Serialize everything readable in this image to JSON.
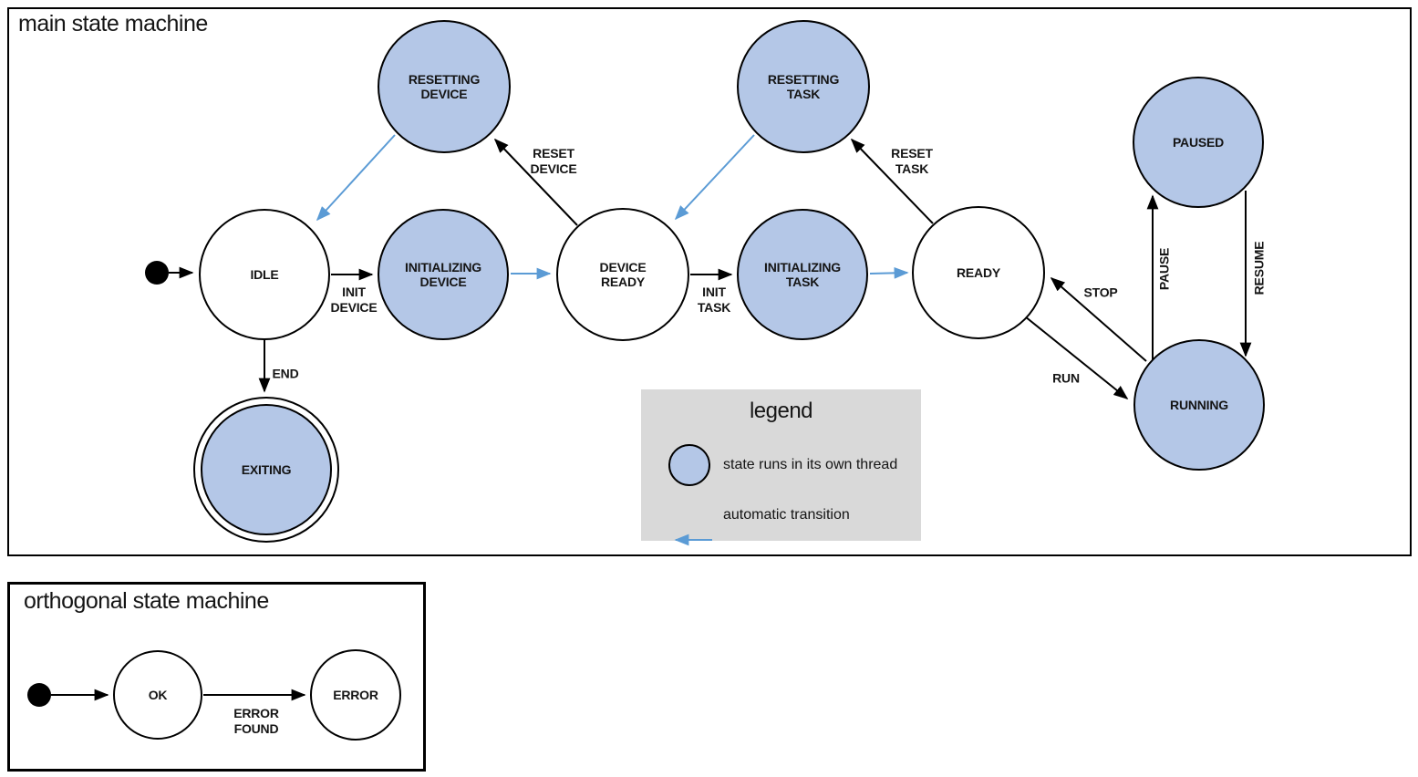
{
  "diagram": {
    "main": {
      "title": "main state machine",
      "states": {
        "idle": {
          "label": "IDLE",
          "threaded": false
        },
        "resetting_device": {
          "label": "RESETTING\nDEVICE",
          "threaded": true
        },
        "initializing_device": {
          "label": "INITIALIZING\nDEVICE",
          "threaded": true
        },
        "device_ready": {
          "label": "DEVICE\nREADY",
          "threaded": false
        },
        "resetting_task": {
          "label": "RESETTING\nTASK",
          "threaded": true
        },
        "initializing_task": {
          "label": "INITIALIZING\nTASK",
          "threaded": true
        },
        "ready": {
          "label": "READY",
          "threaded": false
        },
        "paused": {
          "label": "PAUSED",
          "threaded": true
        },
        "running": {
          "label": "RUNNING",
          "threaded": true
        },
        "exiting": {
          "label": "EXITING",
          "threaded": true,
          "final": true
        }
      },
      "transitions": {
        "init_device": "INIT\nDEVICE",
        "reset_device": "RESET\nDEVICE",
        "init_task": "INIT\nTASK",
        "reset_task": "RESET\nTASK",
        "end": "END",
        "run": "RUN",
        "stop": "STOP",
        "pause": "PAUSE",
        "resume": "RESUME"
      }
    },
    "legend": {
      "title": "legend",
      "items": [
        {
          "symbol": "threaded-state-circle",
          "label": "state runs in its own thread"
        },
        {
          "symbol": "automatic-transition-arrow",
          "label": "automatic transition"
        }
      ]
    },
    "orthogonal": {
      "title": "orthogonal state machine",
      "states": {
        "ok": {
          "label": "OK"
        },
        "error": {
          "label": "ERROR"
        }
      },
      "transitions": {
        "error_found": "ERROR\nFOUND"
      }
    },
    "colors": {
      "threaded_state_fill": "#b4c7e7",
      "automatic_transition_blue": "#5b9bd5",
      "stroke": "#000000",
      "legend_background": "#d9d9d9"
    }
  }
}
